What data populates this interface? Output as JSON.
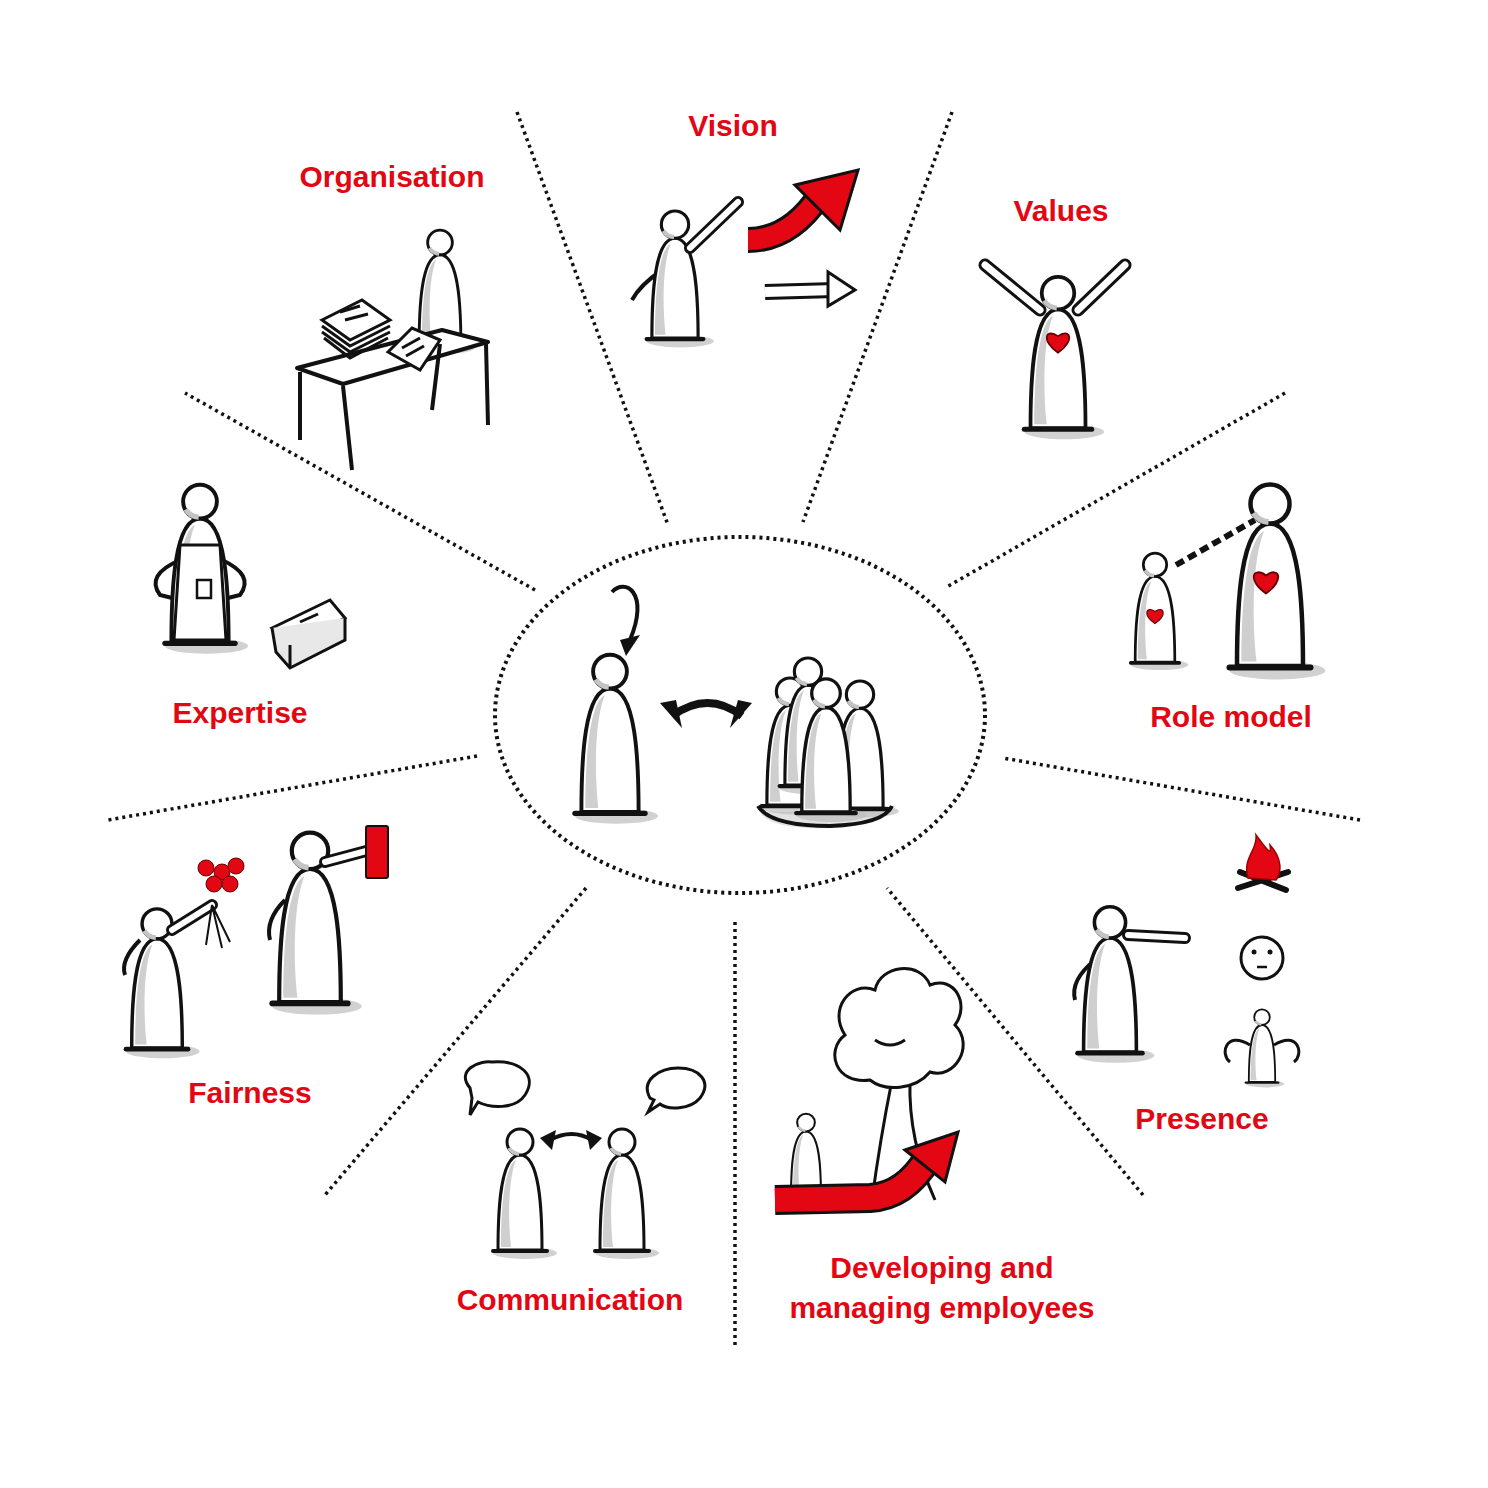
{
  "diagram": {
    "labels": [
      "Organisation",
      "Vision",
      "Values",
      "Role model",
      "Presence",
      "Developing and managing employees",
      "Communication",
      "Fairness",
      "Expertise"
    ]
  }
}
